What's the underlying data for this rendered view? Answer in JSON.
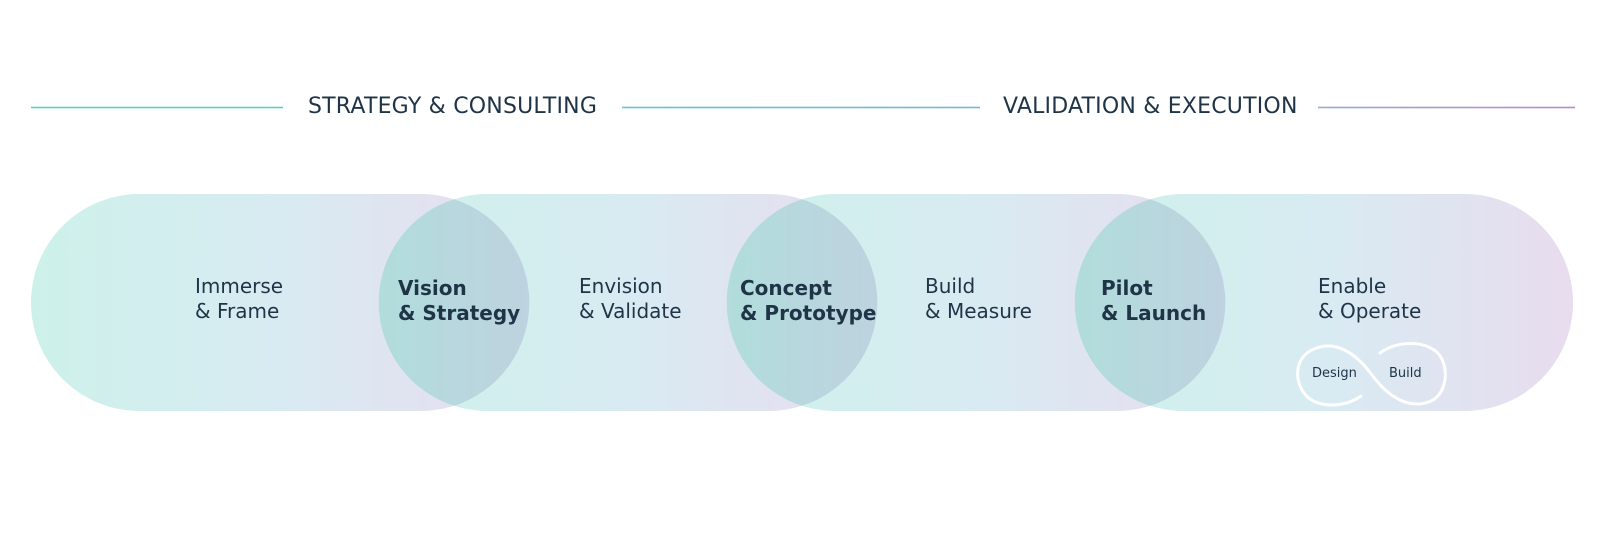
{
  "sections": [
    {
      "title": "STRATEGY & CONSULTING",
      "line_color": "#4fd2b9"
    },
    {
      "title": "VALIDATION & EXECUTION",
      "line_color_start": "#6cc5d6",
      "line_color_end": "#b08ec9"
    }
  ],
  "stages": [
    {
      "line1": "Immerse",
      "line2": "& Frame",
      "type": "phase"
    },
    {
      "line1": "Vision",
      "line2": "& Strategy",
      "type": "milestone"
    },
    {
      "line1": "Envision",
      "line2": "& Validate",
      "type": "phase"
    },
    {
      "line1": "Concept",
      "line2": "& Prototype",
      "type": "milestone"
    },
    {
      "line1": "Build",
      "line2": "& Measure",
      "type": "phase"
    },
    {
      "line1": "Pilot",
      "line2": "& Launch",
      "type": "milestone"
    },
    {
      "line1": "Enable",
      "line2": "& Operate",
      "type": "phase"
    }
  ],
  "loop": {
    "icon": "infinity-icon",
    "left_label": "Design",
    "right_label": "Build"
  },
  "colors": {
    "pill_start": "#cdf1ea",
    "pill_mid": "#d8ebf2",
    "pill_end": "#e8dcee",
    "overlap_start": "#b1dddc",
    "overlap_end": "#bed2df",
    "text": "#1f3447"
  }
}
